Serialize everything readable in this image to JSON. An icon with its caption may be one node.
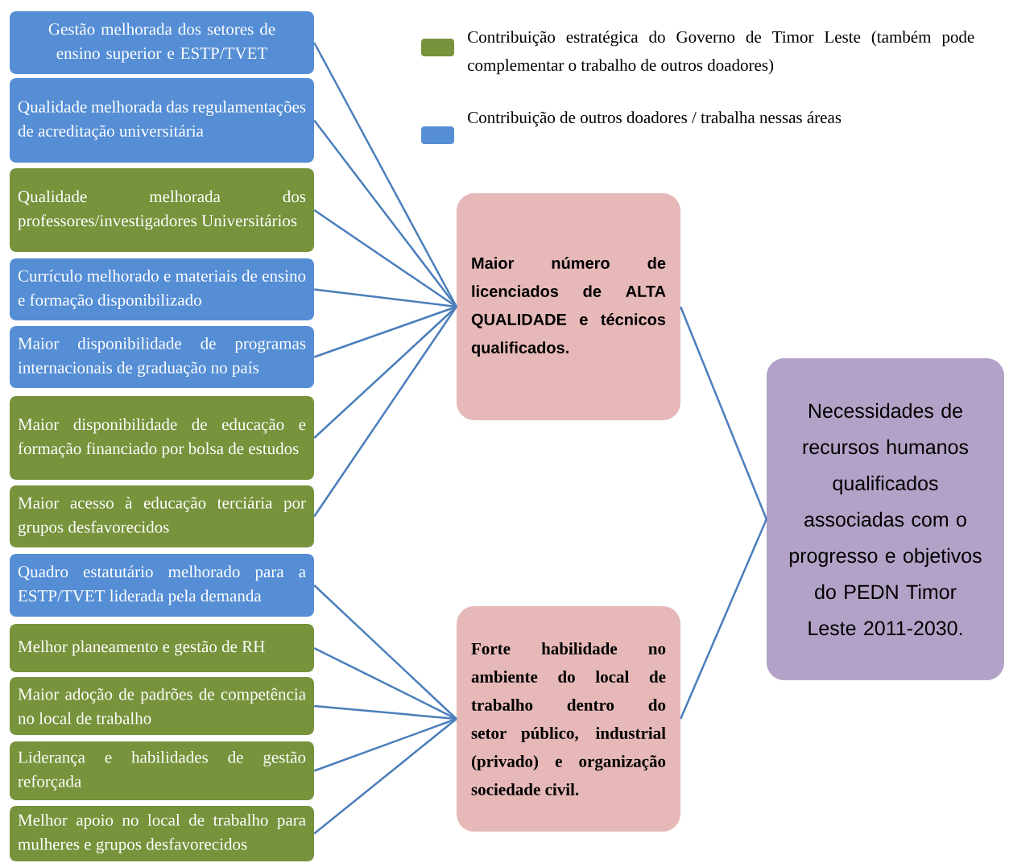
{
  "diagram": {
    "nodes": [
      {
        "text": [
          "Gestão melhorada dos setores de ensino superior e ESTP/TVET"
        ]
      },
      {
        "text": [
          "Qualidade melhorada das regulamentações de acreditação universitária"
        ]
      },
      {
        "text": [
          "Qualidade melhorada dos professores/investigadores Universitários"
        ]
      },
      {
        "text": [
          "Currículo melhorado e materiais de ensino e formação disponibilizado"
        ]
      },
      {
        "text": [
          "Maior disponibilidade de programas internacionais de graduação no país"
        ]
      },
      {
        "text": [
          "Maior disponibilidade de educação e formação financiado por bolsa de estudos"
        ]
      },
      {
        "text": [
          "Maior acesso à educação terciária por grupos desfavorecidos"
        ]
      },
      {
        "text": [
          "Quadro estatutário melhorado para a ESTP/TVET liderada pela demanda"
        ]
      },
      {
        "text": [
          "Melhor planeamento e gestão de RH"
        ]
      },
      {
        "text": [
          "Maior adoção de padrões de competência no local de trabalho"
        ]
      },
      {
        "text": [
          "Liderança e habilidades de gestão reforçada"
        ]
      },
      {
        "text": [
          "Melhor apoio no local de trabalho para mulheres e grupos desfavorecidos"
        ]
      },
      {
        "text": [
          "Maior número de licenciados de ALTA QUALIDADE e técnicos qualificados."
        ]
      },
      {
        "text": [
          "Forte habilidade no ambiente do local de trabalho dentro do setor público, industrial (privado) e organização sociedade civil."
        ]
      },
      {
        "text": [
          "Necessidades de recursos humanos qualificados associadas com o progresso e objetivos do PEDN Timor Leste 2011-2030."
        ]
      }
    ],
    "edges": [
      {
        "from": 0,
        "to": 12,
        "arrow": "none"
      },
      {
        "from": 1,
        "to": 12,
        "arrow": "none"
      },
      {
        "from": 2,
        "to": 12,
        "arrow": "none"
      },
      {
        "from": 3,
        "to": 12,
        "arrow": "none"
      },
      {
        "from": 4,
        "to": 12,
        "arrow": "none"
      },
      {
        "from": 5,
        "to": 12,
        "arrow": "none"
      },
      {
        "from": 6,
        "to": 12,
        "arrow": "none"
      },
      {
        "from": 7,
        "to": 13,
        "arrow": "none"
      },
      {
        "from": 8,
        "to": 13,
        "arrow": "none"
      },
      {
        "from": 9,
        "to": 13,
        "arrow": "none"
      },
      {
        "from": 10,
        "to": 13,
        "arrow": "none"
      },
      {
        "from": 11,
        "to": 13,
        "arrow": "none"
      },
      {
        "from": 12,
        "to": 14,
        "arrow": "none"
      },
      {
        "from": 13,
        "to": 14,
        "arrow": "none"
      }
    ],
    "legend": [
      {
        "text": "Contribuição estratégica do Governo de Timor Leste (também pode complementar o trabalho de outros doadores)",
        "color": "#77933c"
      },
      {
        "text": "Contribuição de outros doadores / trabalha nessas áreas",
        "color": "#558ed5"
      }
    ]
  }
}
